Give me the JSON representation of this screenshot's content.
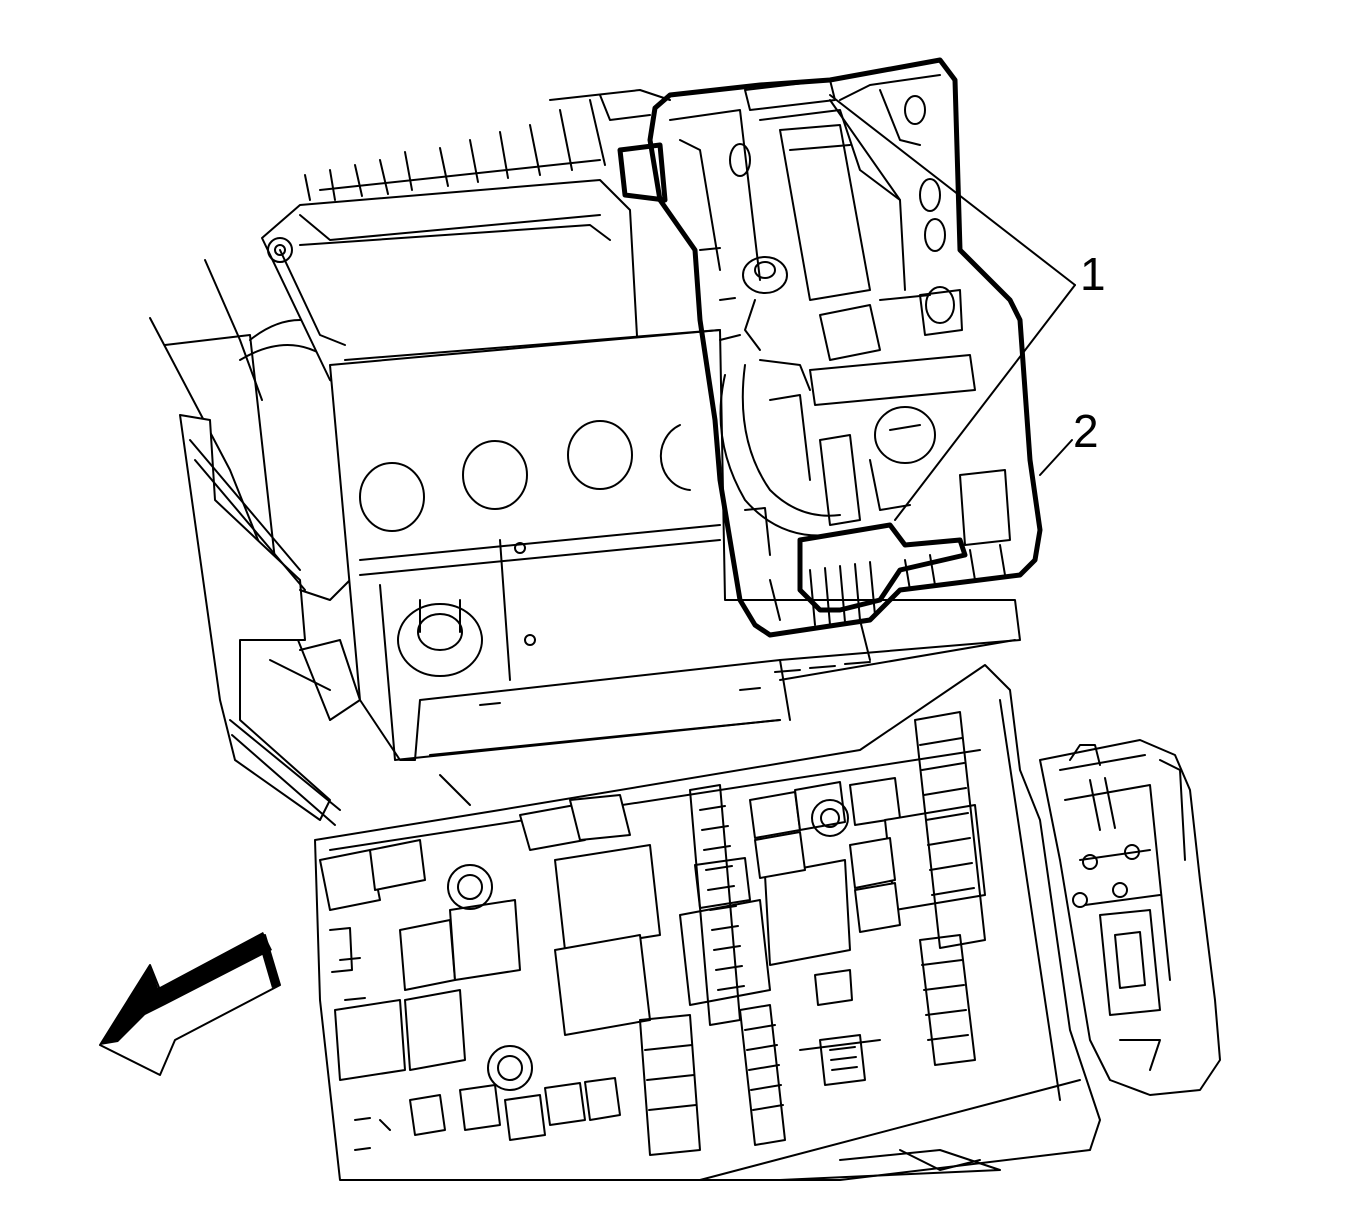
{
  "diagram": {
    "callouts": [
      {
        "id": "1",
        "label": "1"
      },
      {
        "id": "2",
        "label": "2"
      }
    ],
    "direction_indicator": "arrow-left-down-icon",
    "colors": {
      "line": "#000000",
      "background": "#ffffff"
    }
  }
}
